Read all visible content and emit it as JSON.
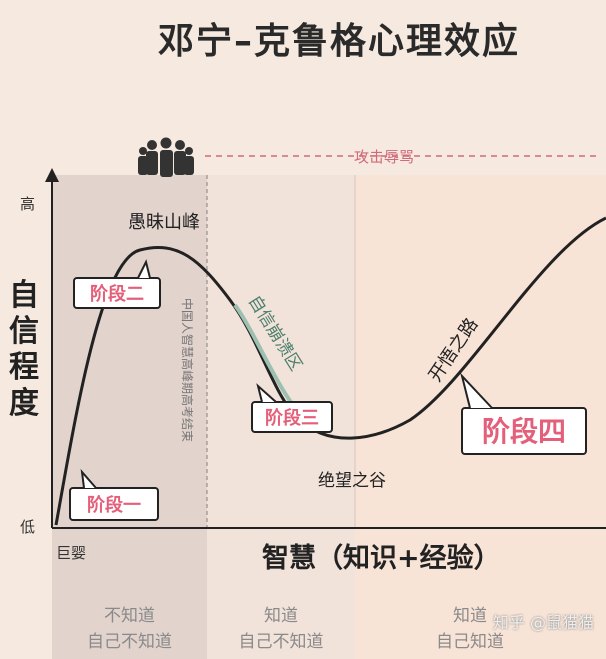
{
  "title": "邓宁–克鲁格心理效应",
  "y_axis": {
    "label": "自信程度",
    "high": "高",
    "low": "低"
  },
  "x_axis": {
    "label": "智慧（知识+经验）",
    "start": "巨婴"
  },
  "stages": {
    "one": "阶段一",
    "two": "阶段二",
    "three": "阶段三",
    "four": "阶段四"
  },
  "curve_labels": {
    "peak": "愚昧山峰",
    "slope": "自信崩溃区",
    "valley": "绝望之谷",
    "enlightenment": "开悟之路"
  },
  "attack_label": "攻击辱骂",
  "vertical_note": "中国人智慧高峰期高考结束",
  "zones": [
    {
      "line1": "不知道",
      "line2": "自己不知道"
    },
    {
      "line1": "知道",
      "line2": "自己不知道"
    },
    {
      "line1": "知道",
      "line2": "自己知道"
    }
  ],
  "watermark": "知乎 @鼠猫猫",
  "colors": {
    "background": "#f6e9df",
    "zone1": "#e2d3cd",
    "zone2": "#f1e2da",
    "zone3": "#f8e4d6",
    "curve": "#222222",
    "slope_highlight": "#9ec0b0",
    "stage_badge_text": "#e4607a",
    "attack_line": "#d06a7a"
  },
  "icons": [
    "crowd-icon"
  ]
}
